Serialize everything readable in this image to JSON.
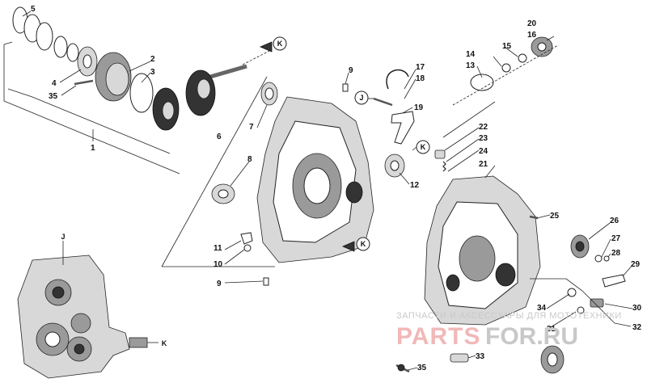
{
  "callouts": {
    "c1": "1",
    "c2": "2",
    "c3": "3",
    "c4": "4",
    "c5": "5",
    "c6": "6",
    "c7": "7",
    "c8": "8",
    "c9a": "9",
    "c9b": "9",
    "c10": "10",
    "c11": "11",
    "c12": "12",
    "c13": "13",
    "c14": "14",
    "c15": "15",
    "c16": "16",
    "c17": "17",
    "c18": "18",
    "c19": "19",
    "c20": "20",
    "c21": "21",
    "c22": "22",
    "c23": "23",
    "c24": "24",
    "c25": "25",
    "c26": "26",
    "c27": "27",
    "c28": "28",
    "c29": "29",
    "c30": "30",
    "c31": "31",
    "c32": "32",
    "c33": "33",
    "c34": "34",
    "c35a": "35",
    "c35b": "35"
  },
  "markers": {
    "k_top": "K",
    "k_mid": "K",
    "k_lower": "K",
    "k_inset": "K",
    "j_main": "J",
    "j_inset": "J"
  },
  "watermark": {
    "line1": "ЗАПЧАСТИ И АКСЕССУАРЫ ДЛЯ МОТОТЕХНИКИ",
    "brand_red": "PARTS",
    "brand_grey": "FOR.RU"
  }
}
